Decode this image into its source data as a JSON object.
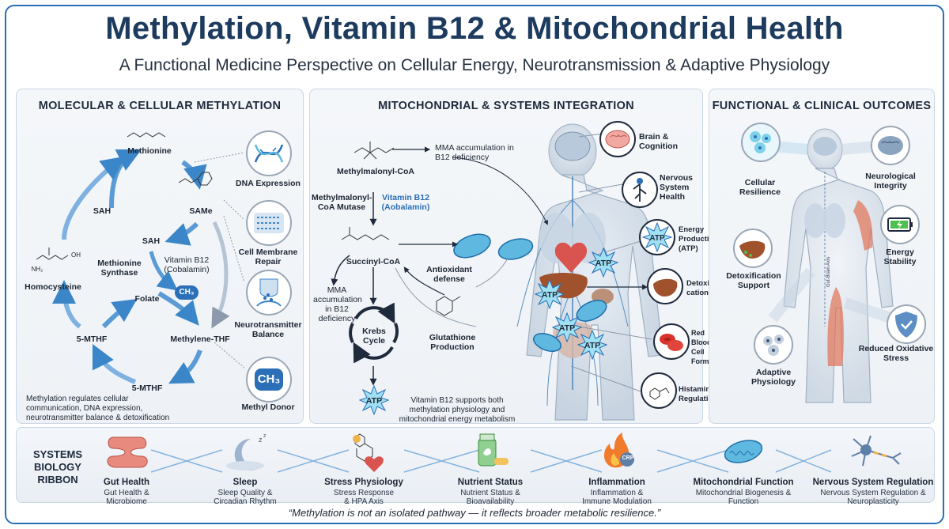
{
  "header": {
    "title": "Methylation, Vitamin B12 & Mitochondrial Health",
    "subtitle": "A Functional Medicine Perspective on Cellular Energy, Neurotransmission & Adaptive Physiology"
  },
  "panel_left": {
    "title": "MOLECULAR & CELLULAR METHYLATION",
    "cycle": {
      "methionine": "Methionine",
      "samE": "SAMe",
      "sah_left": "SAH",
      "sah_center": "SAH",
      "homocysteine": "Homocysteine",
      "methionine_synthase": "Methionine Synthase",
      "vitamin_b12": "Vitamin B12 (Cobalamin)",
      "ch3": "CH₃",
      "folate": "Folate",
      "mthf_left": "5-MTHF",
      "methylene_thf": "Methylene-THF",
      "mthf_bottom": "5-MTHF",
      "nh2": "NH₂",
      "oh": "OH"
    },
    "outcomes": [
      {
        "label": "DNA Expression",
        "icon": "dna-icon"
      },
      {
        "label": "Cell Membrane Repair",
        "icon": "cell-membrane-icon"
      },
      {
        "label": "Neurotransmitter Balance",
        "icon": "synapse-icon"
      },
      {
        "label": "Methyl Donor",
        "icon": "methyl-icon",
        "badge": "CH₃"
      }
    ],
    "note": "Methylation regulates cellular communication, DNA expression, neurotransmitter balance & detoxification"
  },
  "panel_middle": {
    "title": "MITOCHONDRIAL & SYSTEMS INTEGRATION",
    "methylmalonyl": "Methylmalonyl-CoA",
    "mma_top": "MMA accumulation in B12 deficiency",
    "mutase": "Methylmalonyl-CoA Mutase",
    "b12_ado": "Vitamin B12 (Aobalamin)",
    "succinyl": "Succinyl-CoA",
    "mma_left": "MMA accumulation in B12 deficiency",
    "krebs": "Krebs Cycle",
    "atp": "ATP",
    "antioxidant": "Antioxidant defense",
    "glutathione": "Glutathione Production",
    "note": "Vitamin B12 supports both methylation physiology and mitochondrial energy metabolism",
    "organs": [
      {
        "label": "Brain & Cognition",
        "icon": "brain-icon"
      },
      {
        "label": "Nervous System Health",
        "icon": "nerve-icon"
      },
      {
        "label": "Energy Production (ATP)",
        "icon": "atp-icon"
      },
      {
        "label": "Detoxifi-cation",
        "icon": "liver-icon"
      },
      {
        "label": "Red Blood Cell Formation",
        "icon": "rbc-icon"
      },
      {
        "label": "Histamine Regulation",
        "icon": "histamine-icon"
      }
    ]
  },
  "panel_right": {
    "title": "FUNCTIONAL & CLINICAL OUTCOMES",
    "outcomes": [
      {
        "label": "Cellular Resilience",
        "icon": "cells-icon"
      },
      {
        "label": "Neurological Integrity",
        "icon": "brain-icon"
      },
      {
        "label": "Energy Stability",
        "icon": "battery-icon"
      },
      {
        "label": "Detoxification Support",
        "icon": "liver-icon"
      },
      {
        "label": "Reduced Oxidative Stress",
        "icon": "shield-icon"
      },
      {
        "label": "Adaptive Physiology",
        "icon": "cells-icon"
      }
    ],
    "axis_label": "Gut-Brain Axis"
  },
  "ribbon": {
    "title": "SYSTEMS BIOLOGY RIBBON",
    "items": [
      {
        "name": "Gut Health",
        "sub": "Gut Health & Microbiome",
        "icon": "gut-icon"
      },
      {
        "name": "Sleep",
        "sub": "Sleep Quality & Circadian Rhythm",
        "icon": "moon-icon"
      },
      {
        "name": "Stress Physiology",
        "sub": "Stress Response & HPA Axis",
        "icon": "stress-icon"
      },
      {
        "name": "Nutrient Status",
        "sub": "Nutrient Status & Bioavailability",
        "icon": "supplement-icon"
      },
      {
        "name": "Inflammation",
        "sub": "Inflammation & Immune Modulation",
        "icon": "flame-icon",
        "badge": "CRP"
      },
      {
        "name": "Mitochondrial Function",
        "sub": "Mitochondrial Biogenesis & Function",
        "icon": "mitochondria-icon"
      },
      {
        "name": "Nervous System Regulation",
        "sub": "Nervous System Regulation & Neuroplasticity",
        "icon": "neuron-icon"
      }
    ]
  },
  "quote": "“Methylation is not an isolated pathway — it reflects broader metabolic resilience.”",
  "colors": {
    "title": "#1d3b5e",
    "accent": "#2a6fb7",
    "atp": "#7fd6ee",
    "muscle": "#e07a5f",
    "liver": "#a0522d"
  }
}
